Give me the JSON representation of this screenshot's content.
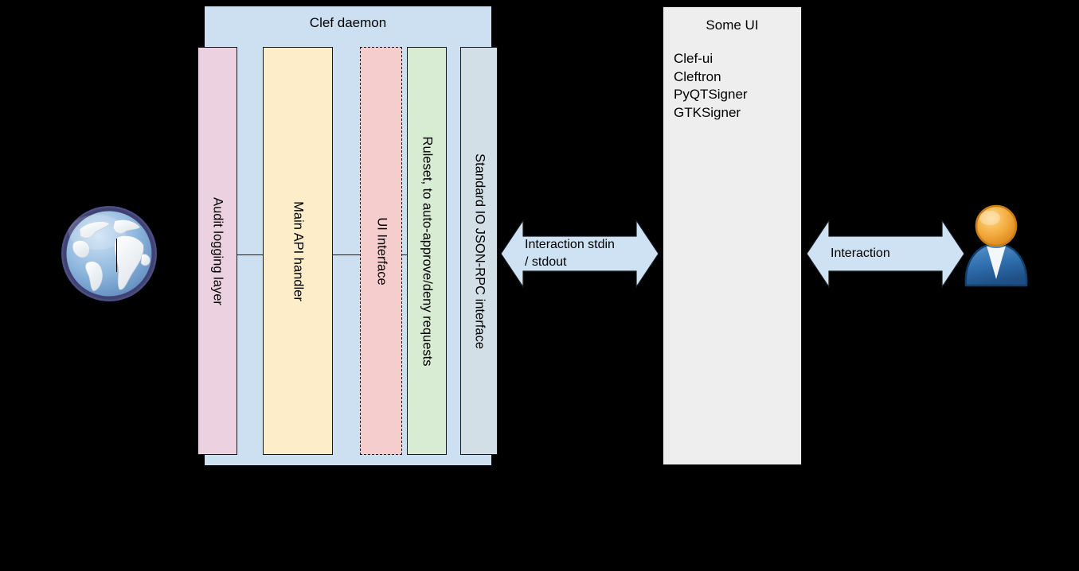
{
  "diagram": {
    "container": {
      "title": "Clef daemon",
      "fill": "#cde0f2"
    },
    "columns": [
      {
        "name": "audit-logging-layer",
        "label": "Audit logging layer",
        "fill": "#ecd2e1",
        "border": "solid"
      },
      {
        "name": "main-api-handler",
        "label": "Main API handler",
        "fill": "#fdeec9",
        "border": "solid"
      },
      {
        "name": "ui-interface",
        "label": "UI Interface",
        "fill": "#f6cdcd",
        "border": "dashed"
      },
      {
        "name": "ruleset",
        "label": "Ruleset, to auto-approve/deny requests",
        "fill": "#d8ebd3",
        "border": "solid"
      },
      {
        "name": "standard-io-jsonrpc",
        "label": "Standard IO JSON-RPC interface",
        "fill": "#d2dfe6",
        "border": "solid"
      }
    ],
    "arrows": [
      {
        "name": "stdio-arrow",
        "line1": "Interaction stdin",
        "line2": "/ stdout",
        "fill": "#cfe2f3"
      },
      {
        "name": "user-arrow",
        "line1": "Interaction",
        "line2": "",
        "fill": "#cfe2f3"
      }
    ],
    "some_ui": {
      "title": "Some UI",
      "fill": "#eeeeee",
      "items": [
        "Clef-ui",
        "Cleftron",
        "PyQTSigner",
        "GTKSigner"
      ]
    },
    "icons": {
      "globe": "globe-icon",
      "user": "user-icon"
    },
    "background": "#000000"
  }
}
